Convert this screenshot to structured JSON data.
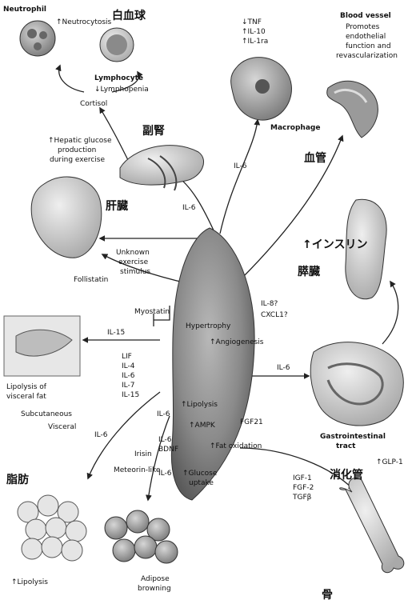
{
  "labels": {
    "neutrophil": "Neutrophil",
    "neutrocytosis": "↑Neutrocytosis",
    "lymphocyte": "Lymphocyte",
    "lymphopenia": "↓Lymphopenia",
    "wbc_jp": "白血球",
    "cortisol": "Cortisol",
    "adrenal_jp": "副腎",
    "il6_adrenal": "IL-6",
    "tnf": "↓TNF",
    "il10": "↑IL-10",
    "il1ra": "↑IL-1ra",
    "macrophage": "Macrophage",
    "il6_macro": "IL-6",
    "blood_vessel_title": "Blood vessel",
    "bv_l1": "Promotes",
    "bv_l2": "endothelial",
    "bv_l3": "function and",
    "bv_l4": "revascularization",
    "vessel_jp": "血管",
    "hep_l1": "↑Hepatic glucose",
    "hep_l2": "production",
    "hep_l3": "during exercise",
    "liver_jp": "肝臓",
    "unk_l1": "Unknown",
    "unk_l2": "exercise",
    "unk_l3": "stimulus",
    "insulin_jp": "↑インスリン",
    "pancreas_jp": "膵臓",
    "follistatin": "Follistatin",
    "myostatin": "Myostatin",
    "hypertrophy": "Hypertrophy",
    "il15_top": "IL-15",
    "lipo_visc_l1": "Lipolysis of",
    "lipo_visc_l2": "visceral fat",
    "subcutaneous": "Subcutaneous",
    "visceral": "Visceral",
    "lif_list": [
      "LIF",
      "IL-4",
      "IL-6",
      "IL-7",
      "IL-15"
    ],
    "il6_lipo": "IL-6",
    "lipolysis_m": "↑Lipolysis",
    "ampk": "↑AMPK",
    "il6_bdnf_l1": "IL-6",
    "il6_bdnf_l2": "BDNF",
    "fat_ox": "↑Fat oxidation",
    "il6_glu": "IL-6",
    "glu_l1": "↑Glucose",
    "glu_l2": "uptake",
    "fgf21": "FGF21",
    "il8": "IL-8?",
    "cxcl1": "CXCL1?",
    "angiogenesis": "↑Angiogenesis",
    "il6_gi": "IL-6",
    "gi_l1": "Gastrointestinal",
    "gi_l2": "tract",
    "glp1": "↑GLP-1",
    "gi_jp": "消化管",
    "il6_fat": "IL-6",
    "irisin": "Irisin",
    "meteorin": "Meteorin-like",
    "fat_jp": "脂肪",
    "lipolysis_fat": "↑Lipolysis",
    "adipose_l1": "Adipose",
    "adipose_l2": "browning",
    "igf": [
      "IGF-1",
      "FGF-2",
      "TGFβ"
    ],
    "bone_jp": "骨"
  }
}
